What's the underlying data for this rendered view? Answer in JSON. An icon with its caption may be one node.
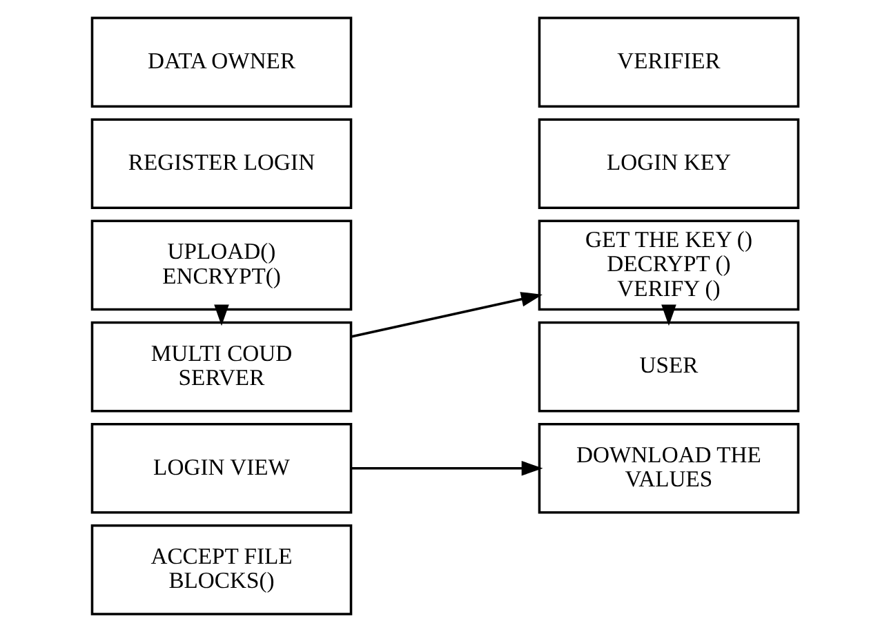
{
  "diagram": {
    "nodes": [
      {
        "text": [
          "DATA OWNER"
        ]
      },
      {
        "text": [
          "REGISTER LOGIN"
        ]
      },
      {
        "text": [
          "UPLOAD() ENCRYPT()"
        ]
      },
      {
        "text": [
          "MULTI COUD SERVER"
        ]
      },
      {
        "text": [
          "LOGIN VIEW"
        ]
      },
      {
        "text": [
          "ACCEPT FILE BLOCKS()"
        ]
      },
      {
        "text": [
          "VERIFIER"
        ]
      },
      {
        "text": [
          "LOGIN KEY"
        ]
      },
      {
        "text": [
          "GET THE KEY () DECRYPT () VERIFY ()"
        ]
      },
      {
        "text": [
          "USER"
        ]
      },
      {
        "text": [
          "DOWNLOAD THE VALUES"
        ]
      }
    ],
    "edges": [
      {
        "from": 2,
        "to": 3,
        "arrow": "to"
      },
      {
        "from": 3,
        "to": 8,
        "arrow": "to"
      },
      {
        "from": 4,
        "to": 10,
        "arrow": "to"
      },
      {
        "from": 8,
        "to": 9,
        "arrow": "to"
      }
    ]
  }
}
